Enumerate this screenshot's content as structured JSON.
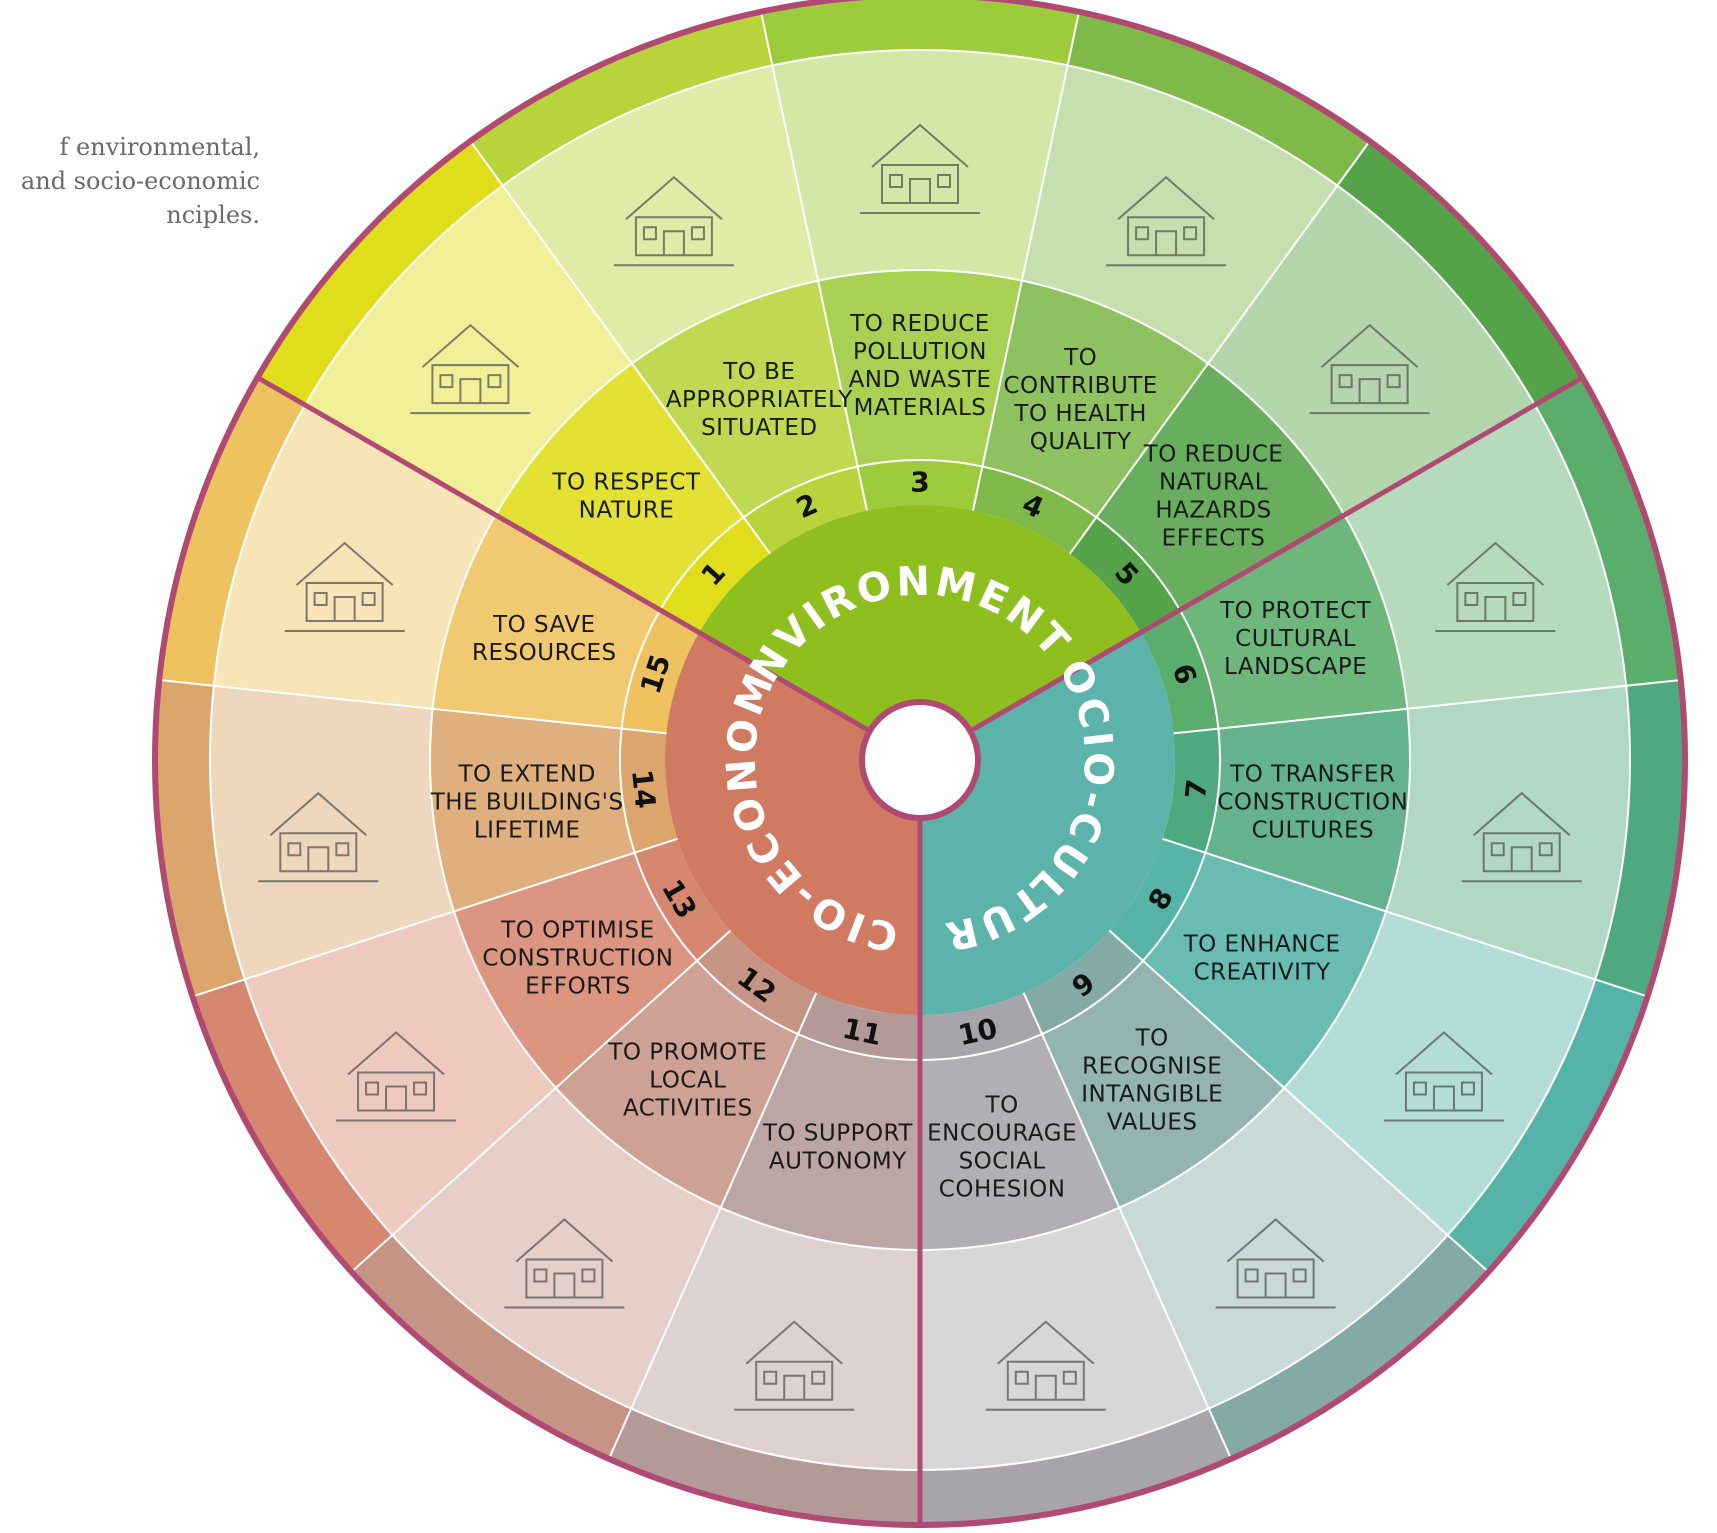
{
  "caption": {
    "lines": [
      "f environmental,",
      "and socio-economic",
      "nciples."
    ]
  },
  "categories": [
    {
      "label": "ENVIRONMENTAL",
      "color": "#8fbf1f"
    },
    {
      "label": "SOCIO-CULTURAL",
      "color": "#5bb3a9"
    },
    {
      "label": "SOCIO-ECONOMIC",
      "color": "#d07a62"
    }
  ],
  "principles": [
    {
      "number": "1",
      "lines": [
        "TO RESPECT",
        "NATURE"
      ],
      "color": "#e0dd1a"
    },
    {
      "number": "2",
      "lines": [
        "TO BE",
        "APPROPRIATELY",
        "SITUATED"
      ],
      "color": "#b9d33a"
    },
    {
      "number": "3",
      "lines": [
        "TO REDUCE",
        "POLLUTION",
        "AND WASTE",
        "MATERIALS"
      ],
      "color": "#9ccb3c"
    },
    {
      "number": "4",
      "lines": [
        "TO",
        "CONTRIBUTE",
        "TO HEALTH",
        "QUALITY"
      ],
      "color": "#7fb94a"
    },
    {
      "number": "5",
      "lines": [
        "TO REDUCE",
        "NATURAL",
        "HAZARDS",
        "EFFECTS"
      ],
      "color": "#55a348"
    },
    {
      "number": "6",
      "lines": [
        "TO PROTECT",
        "CULTURAL",
        "LANDSCAPE"
      ],
      "color": "#5aad6a"
    },
    {
      "number": "7",
      "lines": [
        "TO TRANSFER",
        "CONSTRUCTION",
        "CULTURES"
      ],
      "color": "#4fa97f"
    },
    {
      "number": "8",
      "lines": [
        "TO ENHANCE",
        "CREATIVITY"
      ],
      "color": "#56b3a8"
    },
    {
      "number": "9",
      "lines": [
        "TO",
        "RECOGNISE",
        "INTANGIBLE",
        "VALUES"
      ],
      "color": "#84aaa7"
    },
    {
      "number": "10",
      "lines": [
        "TO",
        "ENCOURAGE",
        "SOCIAL",
        "COHESION"
      ],
      "color": "#a7a4aa"
    },
    {
      "number": "11",
      "lines": [
        "TO SUPPORT",
        "AUTONOMY"
      ],
      "color": "#b39a96"
    },
    {
      "number": "12",
      "lines": [
        "TO PROMOTE",
        "LOCAL",
        "ACTIVITIES"
      ],
      "color": "#c69484"
    },
    {
      "number": "13",
      "lines": [
        "TO OPTIMISE",
        "CONSTRUCTION",
        "EFFORTS"
      ],
      "color": "#d6876f"
    },
    {
      "number": "14",
      "lines": [
        "TO EXTEND",
        "THE BUILDING'S",
        "LIFETIME"
      ],
      "color": "#dba56c"
    },
    {
      "number": "15",
      "lines": [
        "TO SAVE",
        "RESOURCES"
      ],
      "color": "#eec25e"
    }
  ],
  "colors": {
    "outline": "#b04a73",
    "divider": "#ffffff",
    "hub": "#ffffff"
  }
}
